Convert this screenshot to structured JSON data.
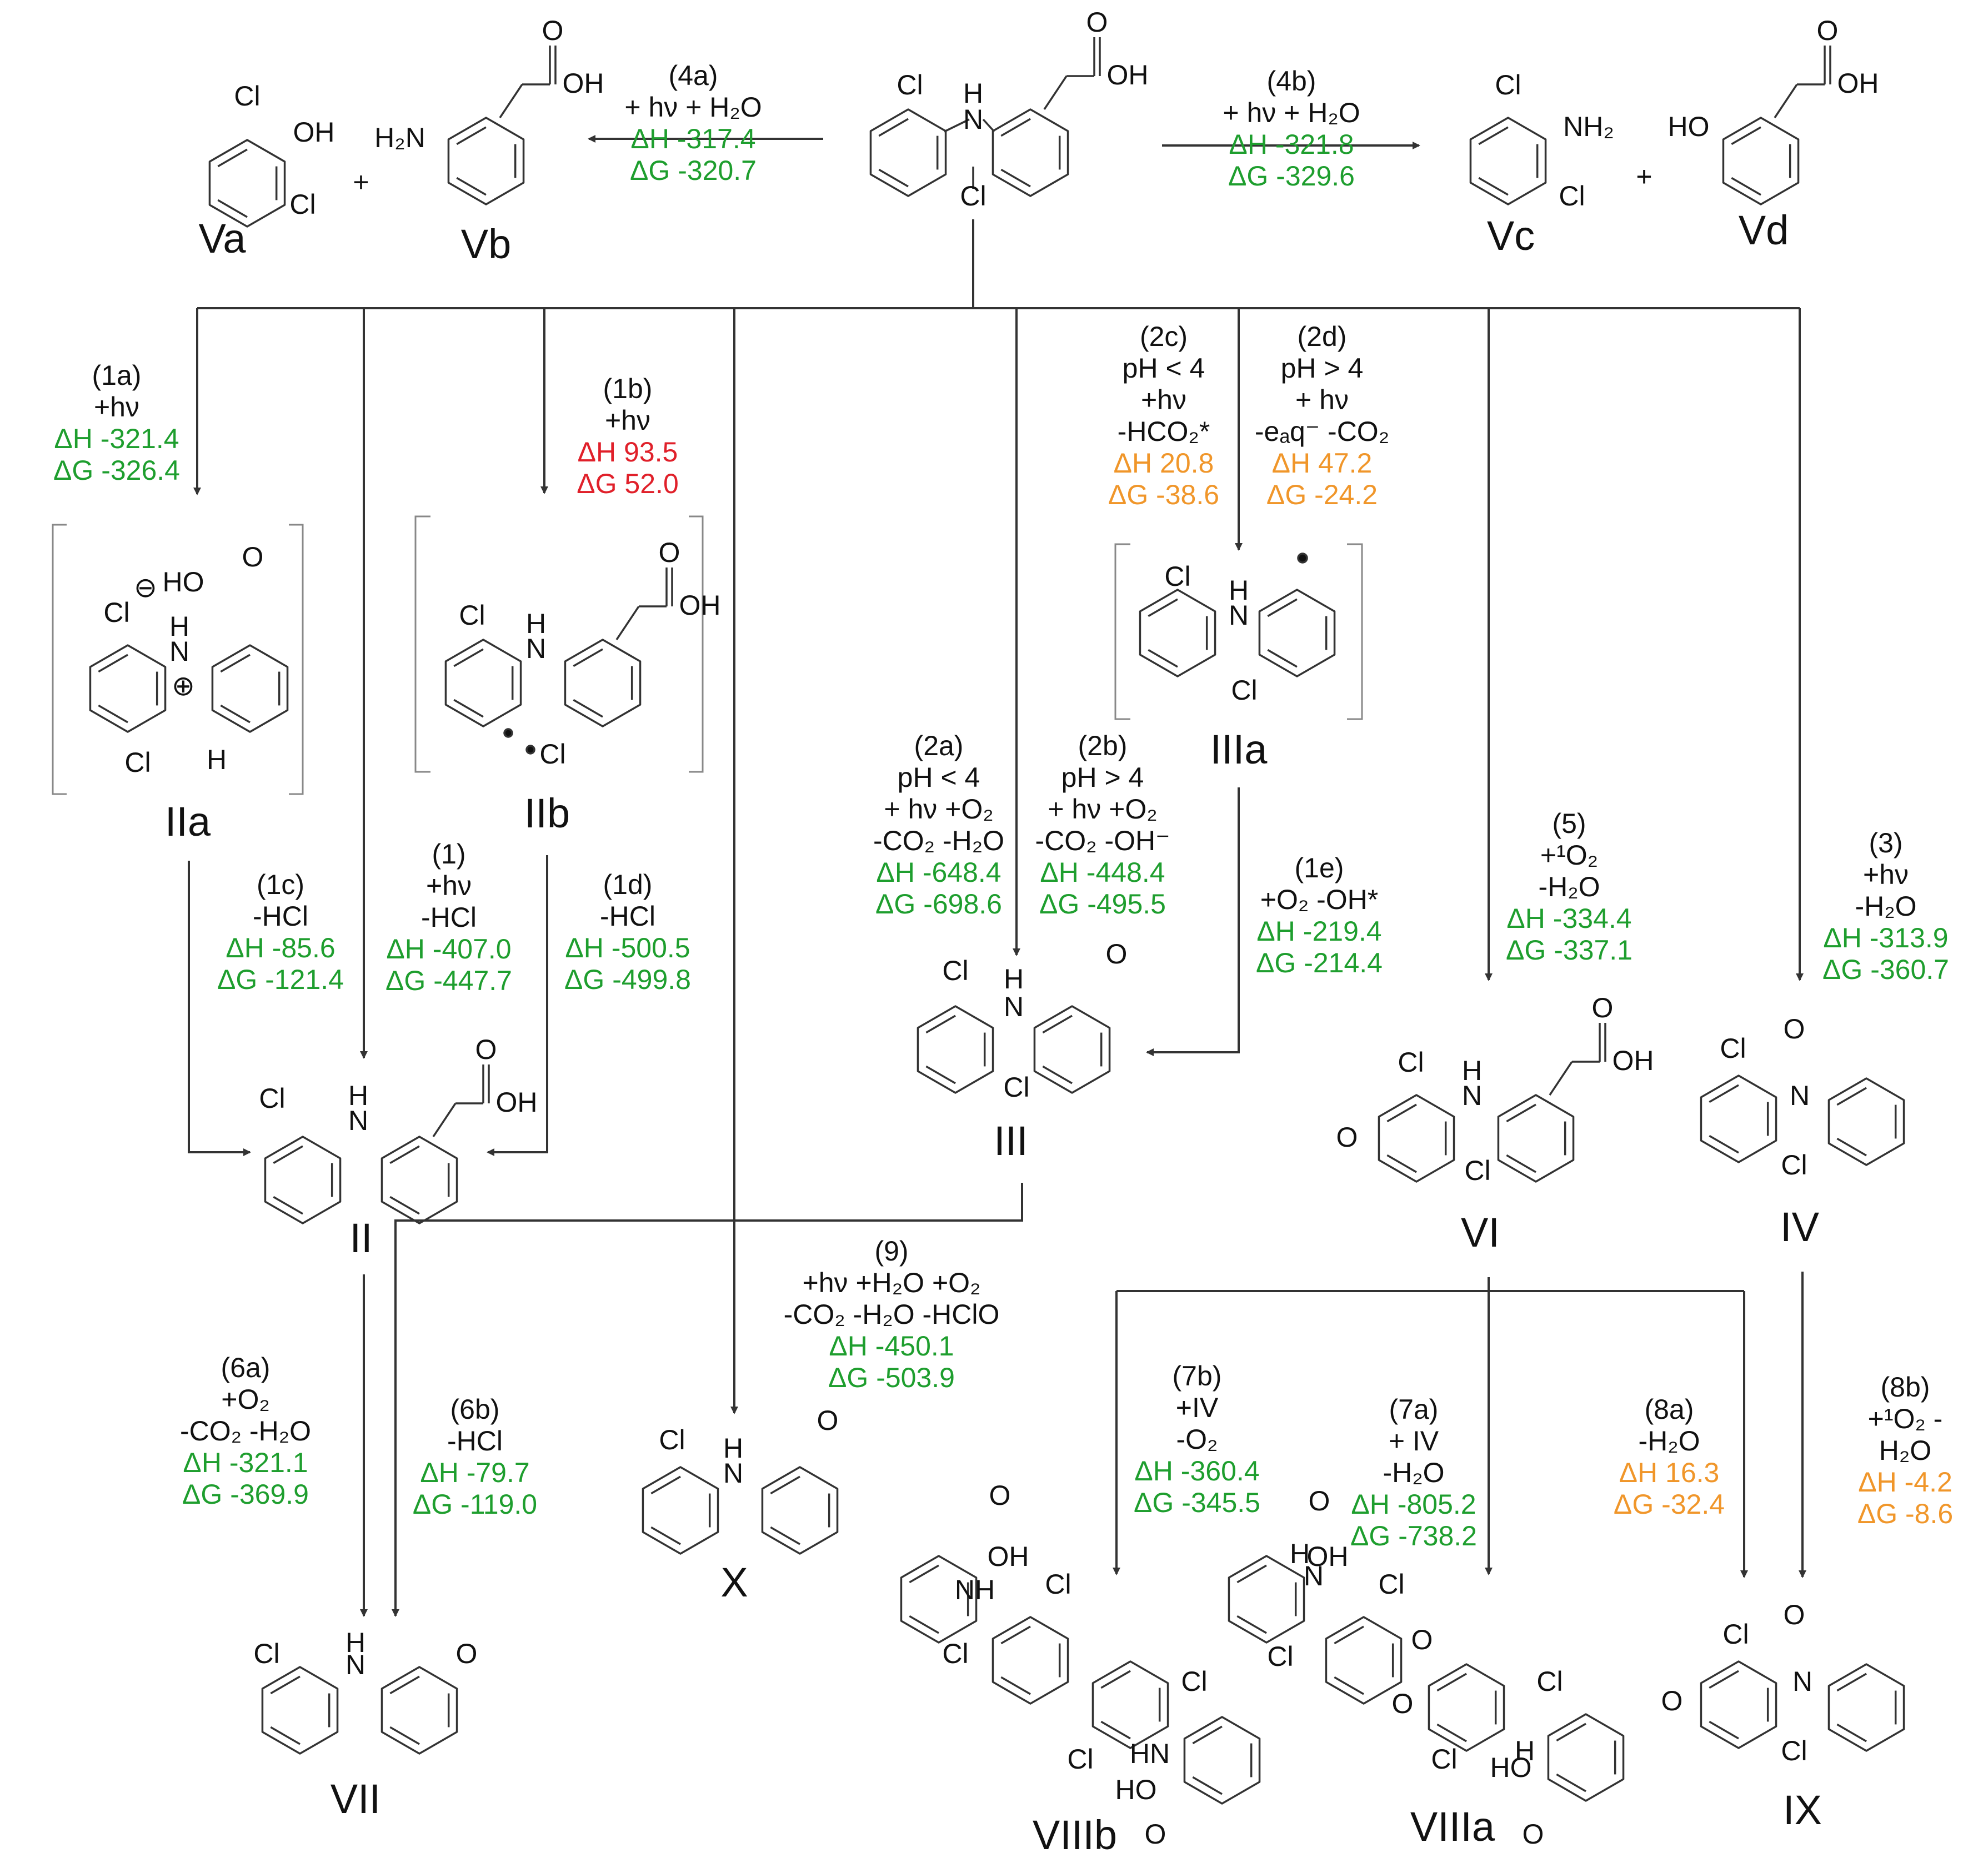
{
  "compounds": {
    "parent": "",
    "Va": "Va",
    "Vb": "Vb",
    "Vc": "Vc",
    "Vd": "Vd",
    "IIa": "IIa",
    "IIb": "IIb",
    "IIIa": "IIIa",
    "II": "II",
    "III": "III",
    "VI": "VI",
    "IV": "IV",
    "VII": "VII",
    "X": "X",
    "VIIIb": "VIIIb",
    "VIIIa": "VIIIa",
    "IX": "IX"
  },
  "atoms": {
    "Cl": "Cl",
    "H": "H",
    "N": "N",
    "O": "O",
    "OH": "OH",
    "HO": "HO",
    "NH": "NH",
    "HN": "HN",
    "NH2": "NH₂",
    "H2N": "H₂N"
  },
  "reactions": {
    "r4a": {
      "id": "(4a)",
      "cond": [
        "+ hν + H₂O"
      ],
      "dH": "ΔH -317.4",
      "dG": "ΔG -320.7",
      "color": "#1e9e2e"
    },
    "r4b": {
      "id": "(4b)",
      "cond": [
        "+ hν + H₂O"
      ],
      "dH": "ΔH -321.8",
      "dG": "ΔG -329.6",
      "color": "#1e9e2e"
    },
    "r1a": {
      "id": "(1a)",
      "cond": [
        "+hν"
      ],
      "dH": "ΔH -321.4",
      "dG": "ΔG -326.4",
      "color": "#1e9e2e"
    },
    "r1b": {
      "id": "(1b)",
      "cond": [
        "+hν"
      ],
      "dH": "ΔH 93.5",
      "dG": "ΔG 52.0",
      "color": "#e0202a"
    },
    "r2c": {
      "id": "(2c)",
      "cond": [
        "pH < 4",
        "+hν",
        "-HCO₂*"
      ],
      "dH": "ΔH 20.8",
      "dG": "ΔG -38.6",
      "color": "#f0962a"
    },
    "r2d": {
      "id": "(2d)",
      "cond": [
        "pH > 4",
        "+ hν",
        "-eₐq⁻ -CO₂"
      ],
      "dH": "ΔH 47.2",
      "dG": "ΔG -24.2",
      "color": "#f0962a"
    },
    "r2a": {
      "id": "(2a)",
      "cond": [
        "pH < 4",
        "+ hν +O₂",
        "-CO₂ -H₂O"
      ],
      "dH": "ΔH -648.4",
      "dG": "ΔG -698.6",
      "color": "#1e9e2e"
    },
    "r2b": {
      "id": "(2b)",
      "cond": [
        "pH > 4",
        "+ hν +O₂",
        "-CO₂ -OH⁻"
      ],
      "dH": "ΔH -448.4",
      "dG": "ΔG -495.5",
      "color": "#1e9e2e"
    },
    "r1c": {
      "id": "(1c)",
      "cond": [
        "-HCl"
      ],
      "dH": "ΔH -85.6",
      "dG": "ΔG -121.4",
      "color": "#1e9e2e"
    },
    "r1": {
      "id": "(1)",
      "cond": [
        "+hν",
        "-HCl"
      ],
      "dH": "ΔH -407.0",
      "dG": "ΔG -447.7",
      "color": "#1e9e2e"
    },
    "r1d": {
      "id": "(1d)",
      "cond": [
        "-HCl"
      ],
      "dH": "ΔH -500.5",
      "dG": "ΔG -499.8",
      "color": "#1e9e2e"
    },
    "r1e": {
      "id": "(1e)",
      "cond": [
        "+O₂ -OH*"
      ],
      "dH": "ΔH -219.4",
      "dG": "ΔG -214.4",
      "color": "#1e9e2e"
    },
    "r5": {
      "id": "(5)",
      "cond": [
        "+¹O₂",
        "-H₂O"
      ],
      "dH": "ΔH -334.4",
      "dG": "ΔG -337.1",
      "color": "#1e9e2e"
    },
    "r3": {
      "id": "(3)",
      "cond": [
        "+hν",
        "-H₂O"
      ],
      "dH": "ΔH -313.9",
      "dG": "ΔG -360.7",
      "color": "#1e9e2e"
    },
    "r9": {
      "id": "(9)",
      "cond": [
        "+hν +H₂O +O₂",
        "-CO₂ -H₂O -HClO"
      ],
      "dH": "ΔH -450.1",
      "dG": "ΔG -503.9",
      "color": "#1e9e2e"
    },
    "r6a": {
      "id": "(6a)",
      "cond": [
        "+O₂",
        "-CO₂ -H₂O"
      ],
      "dH": "ΔH -321.1",
      "dG": "ΔG -369.9",
      "color": "#1e9e2e"
    },
    "r6b": {
      "id": "(6b)",
      "cond": [
        "-HCl"
      ],
      "dH": "ΔH -79.7",
      "dG": "ΔG -119.0",
      "color": "#1e9e2e"
    },
    "r7b": {
      "id": "(7b)",
      "cond": [
        "+IV",
        "-O₂"
      ],
      "dH": "ΔH -360.4",
      "dG": "ΔG -345.5",
      "color": "#1e9e2e"
    },
    "r7a": {
      "id": "(7a)",
      "cond": [
        "+ IV",
        "-H₂O"
      ],
      "dH": "ΔH -805.2",
      "dG": "ΔG -738.2",
      "color": "#1e9e2e"
    },
    "r8a": {
      "id": "(8a)",
      "cond": [
        "-H₂O"
      ],
      "dH": "ΔH 16.3",
      "dG": "ΔG -32.4",
      "color": "#f0962a"
    },
    "r8b": {
      "id": "(8b)",
      "cond": [
        "+¹O₂ -",
        "H₂O"
      ],
      "dH": "ΔH -4.2",
      "dG": "ΔG -8.6",
      "color": "#f0962a"
    }
  }
}
